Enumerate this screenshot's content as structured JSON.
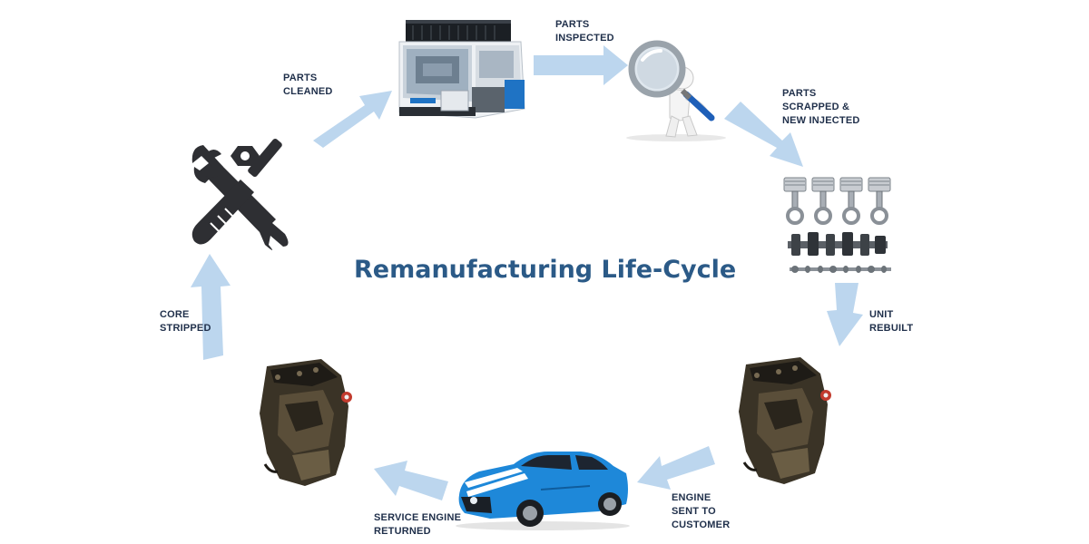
{
  "diagram": {
    "title": "Remanufacturing Life-Cycle",
    "steps": [
      {
        "label_lines": [
          "PARTS",
          "CLEANED"
        ],
        "icon": "cleaning-machine-icon"
      },
      {
        "label_lines": [
          "PARTS",
          "INSPECTED"
        ],
        "icon": "magnifying-glass-figure-icon"
      },
      {
        "label_lines": [
          "PARTS",
          "SCRAPPED &",
          "NEW INJECTED"
        ],
        "icon": "pistons-crankshaft-icon"
      },
      {
        "label_lines": [
          "UNIT",
          "REBUILT"
        ],
        "icon": "engine-icon"
      },
      {
        "label_lines": [
          "ENGINE",
          "SENT TO",
          "CUSTOMER"
        ],
        "icon": "sports-car-icon"
      },
      {
        "label_lines": [
          "SERVICE ENGINE",
          "RETURNED"
        ],
        "icon": "engine-icon"
      },
      {
        "label_lines": [
          "CORE",
          "STRIPPED"
        ],
        "icon": "wrench-screwdriver-icon"
      }
    ]
  },
  "colors": {
    "arrow": "#bcd6ee",
    "title": "#2b5a87",
    "label": "#1f2f4a",
    "car_body": "#1e88d9",
    "car_stripe": "#ffffff",
    "tool": "#2e2f33",
    "machine_accent": "#1f73c4",
    "engine": "#3a3326"
  }
}
